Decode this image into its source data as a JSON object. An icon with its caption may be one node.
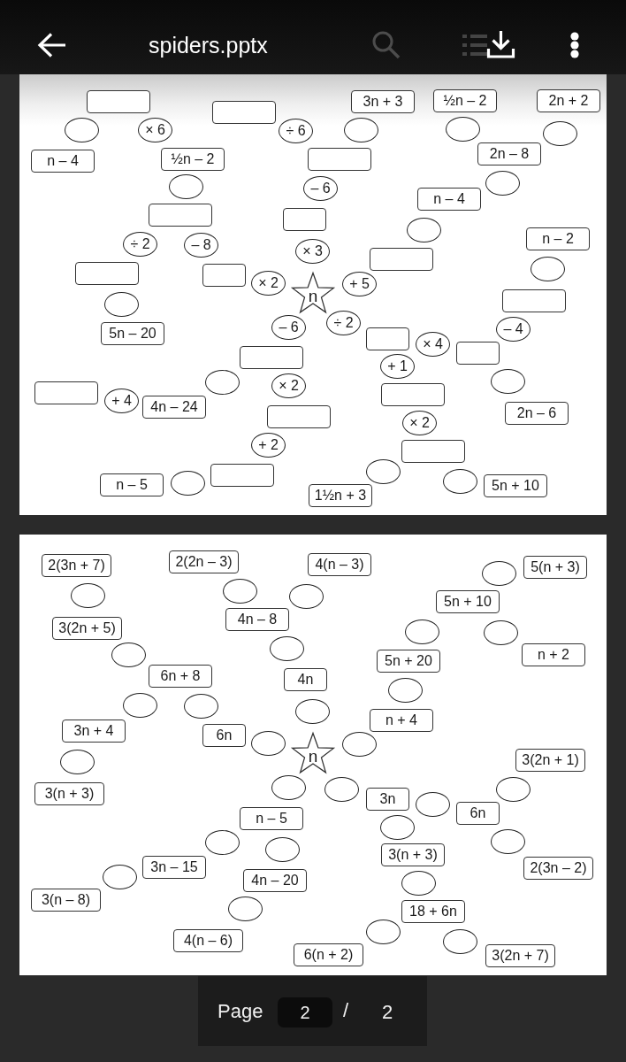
{
  "diagram": {
    "title": "spiders.pptx",
    "nodes": [
      {
        "text": [],
        "shape": "box"
      },
      {
        "text": [],
        "shape": "box"
      },
      {
        "text": [
          "3n + 3"
        ]
      },
      {
        "text": [
          "½n – 2"
        ]
      },
      {
        "text": [
          "2n + 2"
        ]
      },
      {
        "text": [],
        "shape": "oval"
      },
      {
        "text": [
          "× 6"
        ]
      },
      {
        "text": [
          "÷ 6"
        ]
      },
      {
        "text": [],
        "shape": "oval"
      },
      {
        "text": [],
        "shape": "oval"
      },
      {
        "text": [],
        "shape": "oval"
      },
      {
        "text": [
          "n – 4"
        ]
      },
      {
        "text": [
          "½n – 2"
        ]
      },
      {
        "text": [],
        "shape": "box"
      },
      {
        "text": [
          "2n – 8"
        ]
      },
      {
        "text": [],
        "shape": "oval"
      },
      {
        "text": [
          "– 6"
        ]
      },
      {
        "text": [
          "n – 4"
        ]
      },
      {
        "text": [],
        "shape": "oval"
      },
      {
        "text": [],
        "shape": "box"
      },
      {
        "text": [],
        "shape": "box"
      },
      {
        "text": [],
        "shape": "oval"
      },
      {
        "text": [
          "n – 2"
        ]
      },
      {
        "text": [
          "÷ 2"
        ]
      },
      {
        "text": [
          "– 8"
        ]
      },
      {
        "text": [
          "× 3"
        ]
      },
      {
        "text": [],
        "shape": "box"
      },
      {
        "text": [],
        "shape": "oval"
      },
      {
        "text": [],
        "shape": "box"
      },
      {
        "text": [],
        "shape": "box"
      },
      {
        "text": [
          "× 2"
        ]
      },
      {
        "text": [
          "n"
        ]
      },
      {
        "text": [
          "+ 5"
        ]
      },
      {
        "text": [],
        "shape": "box"
      },
      {
        "text": [],
        "shape": "oval"
      },
      {
        "text": [
          "– 6"
        ]
      },
      {
        "text": [
          "÷ 2"
        ]
      },
      {
        "text": [
          "– 4"
        ]
      },
      {
        "text": [
          "5n – 20"
        ]
      },
      {
        "text": [],
        "shape": "box"
      },
      {
        "text": [
          "× 4"
        ]
      },
      {
        "text": [],
        "shape": "box"
      },
      {
        "text": [],
        "shape": "oval"
      },
      {
        "text": [],
        "shape": "box"
      },
      {
        "text": [
          "× 2"
        ]
      },
      {
        "text": [
          "+ 1"
        ]
      },
      {
        "text": [],
        "shape": "oval"
      },
      {
        "text": [],
        "shape": "box"
      },
      {
        "text": [
          "+ 4"
        ]
      },
      {
        "text": [
          "4n – 24"
        ]
      },
      {
        "text": [],
        "shape": "box"
      },
      {
        "text": [],
        "shape": "box"
      },
      {
        "text": [
          "× 2"
        ]
      },
      {
        "text": [
          "2n – 6"
        ]
      },
      {
        "text": [
          "+ 2"
        ]
      },
      {
        "text": [],
        "shape": "box"
      },
      {
        "text": [
          "n – 5"
        ]
      },
      {
        "text": [],
        "shape": "oval"
      },
      {
        "text": [],
        "shape": "box"
      },
      {
        "text": [
          "1½n + 3"
        ]
      },
      {
        "text": [],
        "shape": "oval"
      },
      {
        "text": [],
        "shape": "oval"
      },
      {
        "text": [
          "5n + 10"
        ]
      },
      {
        "text": [
          "2(3n + 7)"
        ]
      },
      {
        "text": [
          "2(2n – 3)"
        ]
      },
      {
        "text": [
          "4(n – 3)"
        ]
      },
      {
        "text": [],
        "shape": "oval"
      },
      {
        "text": [
          "5(n + 3)"
        ]
      },
      {
        "text": [],
        "shape": "oval"
      },
      {
        "text": [],
        "shape": "oval"
      },
      {
        "text": [],
        "shape": "oval"
      },
      {
        "text": [
          "5n + 10"
        ]
      },
      {
        "text": [
          "3(2n + 5)"
        ]
      },
      {
        "text": [
          "4n – 8"
        ]
      },
      {
        "text": [],
        "shape": "oval"
      },
      {
        "text": [],
        "shape": "oval"
      },
      {
        "text": [],
        "shape": "oval"
      },
      {
        "text": [],
        "shape": "oval"
      },
      {
        "text": [
          "5n + 20"
        ]
      },
      {
        "text": [
          "n + 2"
        ]
      },
      {
        "text": [
          "6n + 8"
        ]
      },
      {
        "text": [
          "4n"
        ]
      },
      {
        "text": [],
        "shape": "oval"
      },
      {
        "text": [],
        "shape": "oval"
      },
      {
        "text": [],
        "shape": "oval"
      },
      {
        "text": [],
        "shape": "oval"
      },
      {
        "text": [
          "n + 4"
        ]
      },
      {
        "text": [
          "3n + 4"
        ]
      },
      {
        "text": [
          "6n"
        ]
      },
      {
        "text": [],
        "shape": "oval"
      },
      {
        "text": [
          "n"
        ]
      },
      {
        "text": [],
        "shape": "oval"
      },
      {
        "text": [
          "3(2n + 1)"
        ]
      },
      {
        "text": [],
        "shape": "oval"
      },
      {
        "text": [],
        "shape": "oval"
      },
      {
        "text": [],
        "shape": "oval"
      },
      {
        "text": [],
        "shape": "oval"
      },
      {
        "text": [
          "3(n + 3)"
        ]
      },
      {
        "text": [
          "n – 5"
        ]
      },
      {
        "text": [
          "3n"
        ]
      },
      {
        "text": [],
        "shape": "oval"
      },
      {
        "text": [
          "6n"
        ]
      },
      {
        "text": [],
        "shape": "oval"
      },
      {
        "text": [],
        "shape": "oval"
      },
      {
        "text": [],
        "shape": "oval"
      },
      {
        "text": [],
        "shape": "oval"
      },
      {
        "text": [
          "3(n + 3)"
        ]
      },
      {
        "text": [],
        "shape": "oval"
      },
      {
        "text": [
          "3n – 15"
        ]
      },
      {
        "text": [
          "4n – 20"
        ]
      },
      {
        "text": [],
        "shape": "oval"
      },
      {
        "text": [
          "2(3n – 2)"
        ]
      },
      {
        "text": [
          "3(n – 8)"
        ]
      },
      {
        "text": [],
        "shape": "oval"
      },
      {
        "text": [
          "18 + 6n"
        ]
      },
      {
        "text": [
          "4(n – 6)"
        ]
      },
      {
        "text": [],
        "shape": "oval"
      },
      {
        "text": [],
        "shape": "oval"
      },
      {
        "text": [
          "6(n + 2)"
        ]
      },
      {
        "text": [
          "3(2n + 7)"
        ]
      }
    ],
    "labels": [
      "Page",
      "2",
      "/",
      "2"
    ]
  }
}
